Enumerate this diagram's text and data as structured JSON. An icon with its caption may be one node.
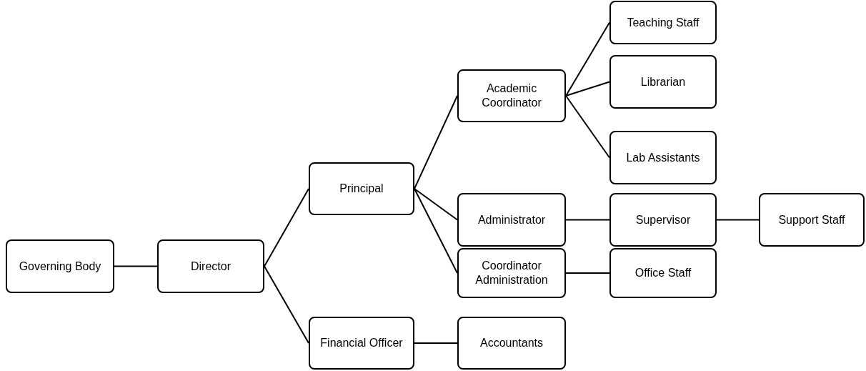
{
  "diagram": {
    "nodes": [
      {
        "text": [
          "Governing Body"
        ]
      },
      {
        "text": [
          "Director"
        ]
      },
      {
        "text": [
          "Principal"
        ]
      },
      {
        "text": [
          "Financial Officer"
        ]
      },
      {
        "text": [
          "Academic Coordinator"
        ]
      },
      {
        "text": [
          "Administrator"
        ]
      },
      {
        "text": [
          "Coordinator Administration"
        ]
      },
      {
        "text": [
          "Accountants"
        ]
      },
      {
        "text": [
          "Teaching Staff"
        ]
      },
      {
        "text": [
          "Librarian"
        ]
      },
      {
        "text": [
          "Lab Assistants"
        ]
      },
      {
        "text": [
          "Supervisor"
        ]
      },
      {
        "text": [
          "Office Staff"
        ]
      },
      {
        "text": [
          "Support Staff"
        ]
      }
    ],
    "edges": [
      {
        "from": 0,
        "to": 1,
        "arrow": "none"
      },
      {
        "from": 1,
        "to": 2,
        "arrow": "none"
      },
      {
        "from": 1,
        "to": 3,
        "arrow": "none"
      },
      {
        "from": 2,
        "to": 4,
        "arrow": "none"
      },
      {
        "from": 2,
        "to": 5,
        "arrow": "none"
      },
      {
        "from": 2,
        "to": 6,
        "arrow": "none"
      },
      {
        "from": 3,
        "to": 7,
        "arrow": "none"
      },
      {
        "from": 4,
        "to": 8,
        "arrow": "none"
      },
      {
        "from": 4,
        "to": 9,
        "arrow": "none"
      },
      {
        "from": 4,
        "to": 10,
        "arrow": "none"
      },
      {
        "from": 5,
        "to": 11,
        "arrow": "none"
      },
      {
        "from": 11,
        "to": 13,
        "arrow": "none"
      },
      {
        "from": 6,
        "to": 12,
        "arrow": "none"
      }
    ]
  }
}
